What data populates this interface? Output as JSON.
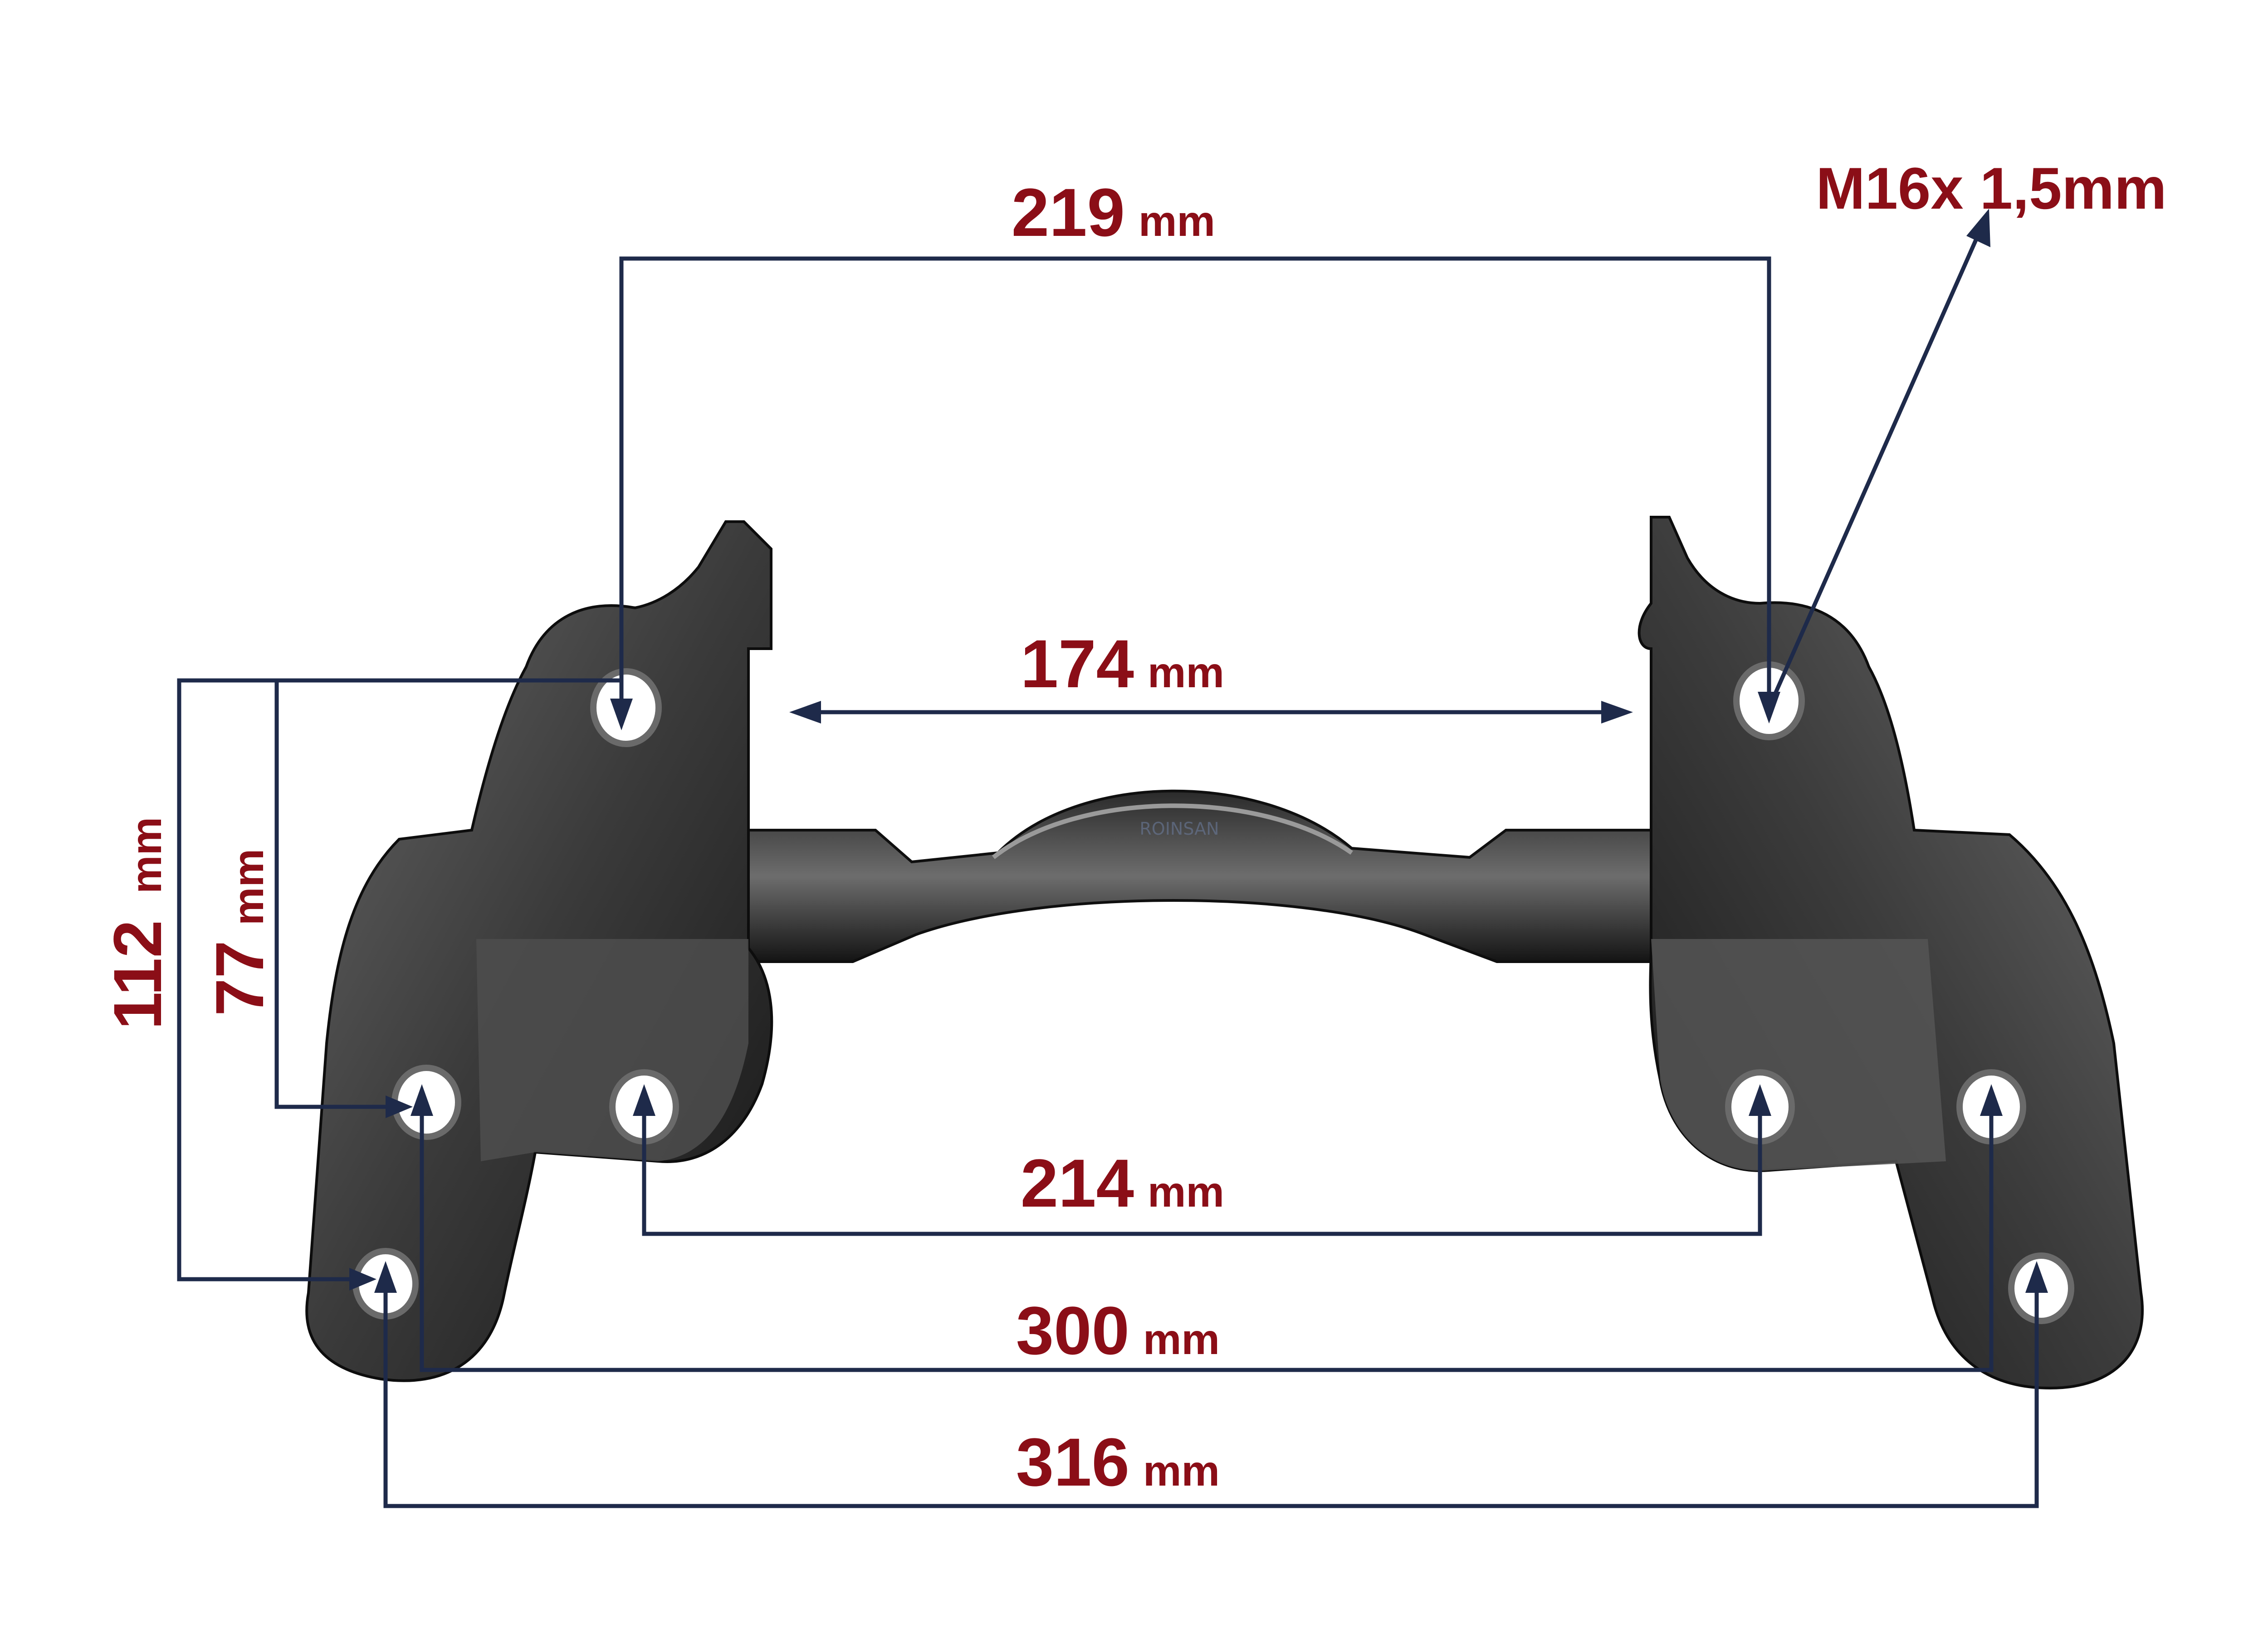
{
  "dimensions": {
    "top_span": {
      "value": "219",
      "unit": "mm"
    },
    "inner_span": {
      "value": "174",
      "unit": "mm"
    },
    "thread": {
      "label": "M16x 1,5mm"
    },
    "lower_inner_span": {
      "value": "214",
      "unit": "mm"
    },
    "lower_mid_span": {
      "value": "300",
      "unit": "mm"
    },
    "lower_outer_span": {
      "value": "316",
      "unit": "mm"
    },
    "height_outer": {
      "value": "112",
      "unit": "mm"
    },
    "height_inner": {
      "value": "77",
      "unit": "mm"
    }
  },
  "watermark": {
    "text": "ROINSAN"
  },
  "colors": {
    "text": "#8b0e17",
    "lines": "#1e2a4a",
    "metal_dark": "#1b1b1b",
    "metal_mid": "#4a4a4a"
  }
}
